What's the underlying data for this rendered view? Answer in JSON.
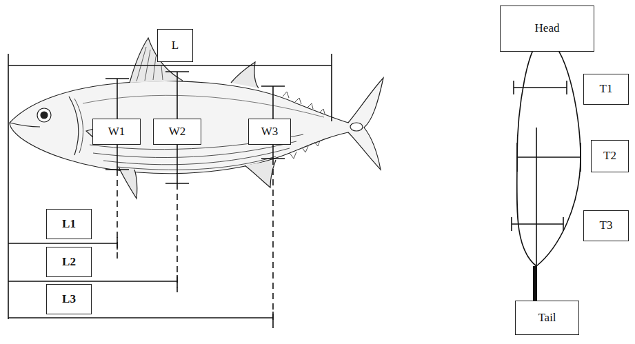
{
  "diagram": {
    "nodes": [
      {
        "text": [
          "L"
        ]
      },
      {
        "text": [
          "W1"
        ]
      },
      {
        "text": [
          "W2"
        ]
      },
      {
        "text": [
          "W3"
        ]
      },
      {
        "text": [
          "L1"
        ]
      },
      {
        "text": [
          "L2"
        ]
      },
      {
        "text": [
          "L3"
        ]
      },
      {
        "text": [
          "Head"
        ]
      },
      {
        "text": [
          "T1"
        ]
      },
      {
        "text": [
          "T2"
        ]
      },
      {
        "text": [
          "T3"
        ]
      },
      {
        "text": [
          "Tail"
        ]
      }
    ]
  }
}
